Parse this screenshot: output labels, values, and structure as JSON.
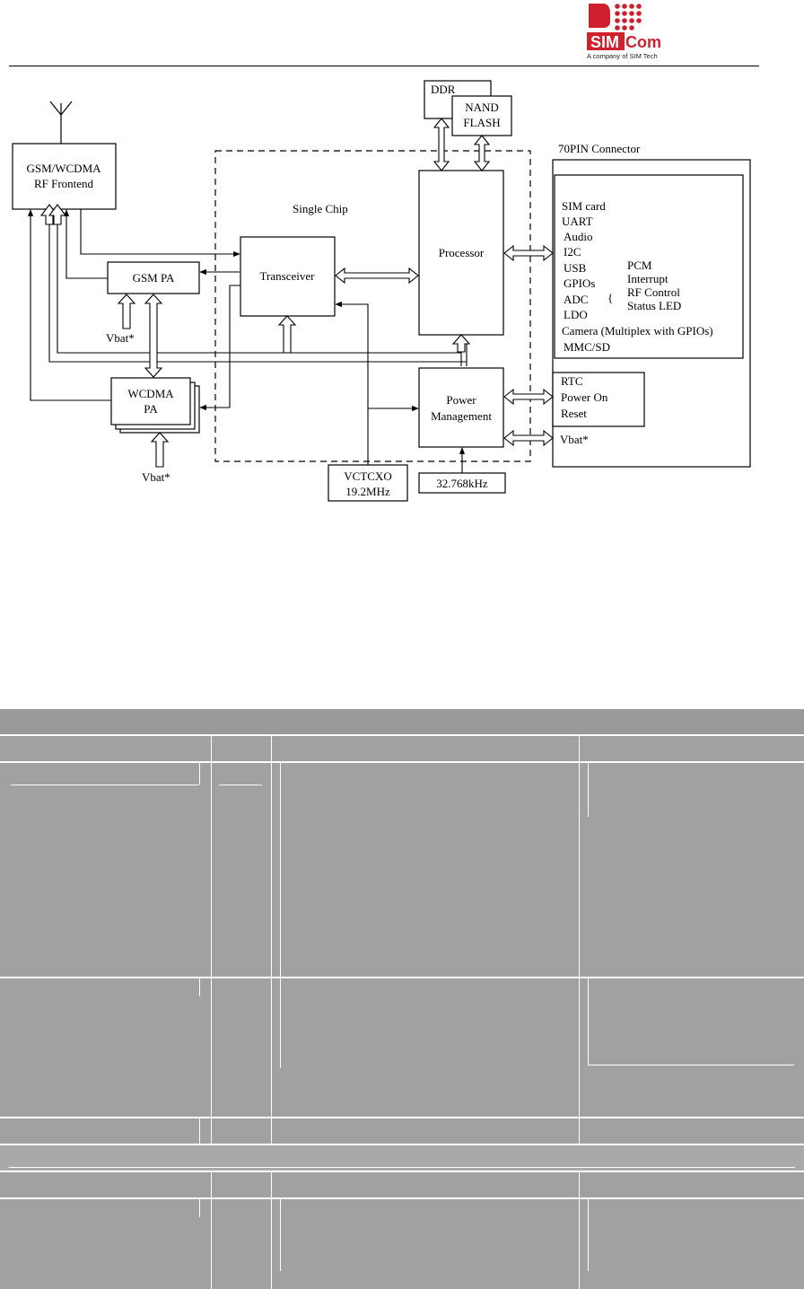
{
  "header": {
    "logo": {
      "brand_left": "SIM",
      "brand_right": "Com",
      "tagline": "A company of SIM Tech",
      "colors": {
        "red": "#d0202e",
        "white": "#ffffff"
      }
    }
  },
  "diagram": {
    "blocks": {
      "rf_frontend": [
        "GSM/WCDMA",
        "RF Frontend"
      ],
      "gsm_pa": "GSM PA",
      "wcdma_pa": [
        "WCDMA",
        "PA"
      ],
      "transceiver": "Transceiver",
      "processor": "Processor",
      "power_management": [
        "Power",
        "Management"
      ],
      "ddr": "DDR",
      "nand_flash": [
        "NAND",
        "FLASH"
      ],
      "vctcxo": [
        "VCTCXO",
        "19.2MHz"
      ],
      "clock_32k": "32.768kHz",
      "single_chip_label": "Single Chip",
      "connector_label": "70PIN Connector"
    },
    "supplies": {
      "gsm_pa_vbat": "Vbat*",
      "wcdma_pa_vbat": "Vbat*",
      "connector_vbat": "Vbat*"
    },
    "interfaces": [
      "SIM card",
      "UART",
      "Audio",
      "I2C",
      "USB",
      "GPIOs",
      "ADC",
      "LDO",
      "Camera (Multiplex with GPIOs)",
      "MMC/SD"
    ],
    "gpio_functions": [
      "PCM",
      "Interrupt",
      "RF Control",
      "Status LED"
    ],
    "power_signals": [
      "RTC",
      "Power On",
      "Reset"
    ]
  },
  "table": {
    "colors": {
      "header_band": "#999999",
      "body": "#a1a1a1",
      "grid": "#ffffff"
    }
  }
}
